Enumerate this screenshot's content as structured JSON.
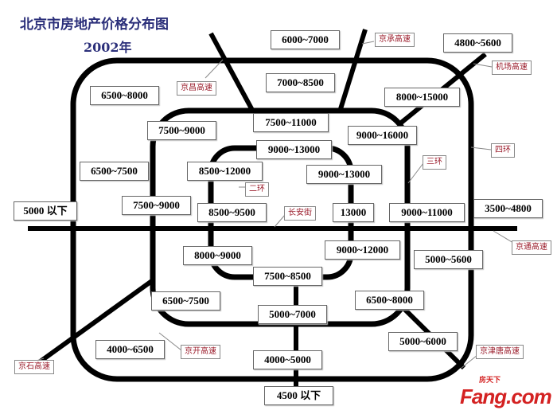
{
  "title": "北京市房地产价格分布图",
  "year": "2002年",
  "prices": [
    "6000~7000",
    "4800~5600",
    "6500~8000",
    "7000~8500",
    "8000~15000",
    "7500~9000",
    "7500~11000",
    "9000~16000",
    "9000~13000",
    "8500~12000",
    "9000~13000",
    "6500~7500",
    "5000 以下",
    "7500~9000",
    "8500~9500",
    "13000",
    "9000~11000",
    "3500~4800",
    "8000~9000",
    "9000~12000",
    "5000~5600",
    "7500~8500",
    "6500~7500",
    "6500~8000",
    "5000~7000",
    "4000~6500",
    "5000~6000",
    "4000~5000",
    "4500 以下"
  ],
  "roads": {
    "jingcheng": "京承高速",
    "jingchang": "京昌高速",
    "jichang": "机场高速",
    "ring3": "三环",
    "ring4": "四环",
    "ring2": "二环",
    "changan": "长安街",
    "jingtong": "京通高速",
    "jingkai": "京开高速",
    "jingshi": "京石高速",
    "jingjintang": "京津唐高速"
  },
  "logo": {
    "text": "Fang.com",
    "cn": "房天下"
  }
}
